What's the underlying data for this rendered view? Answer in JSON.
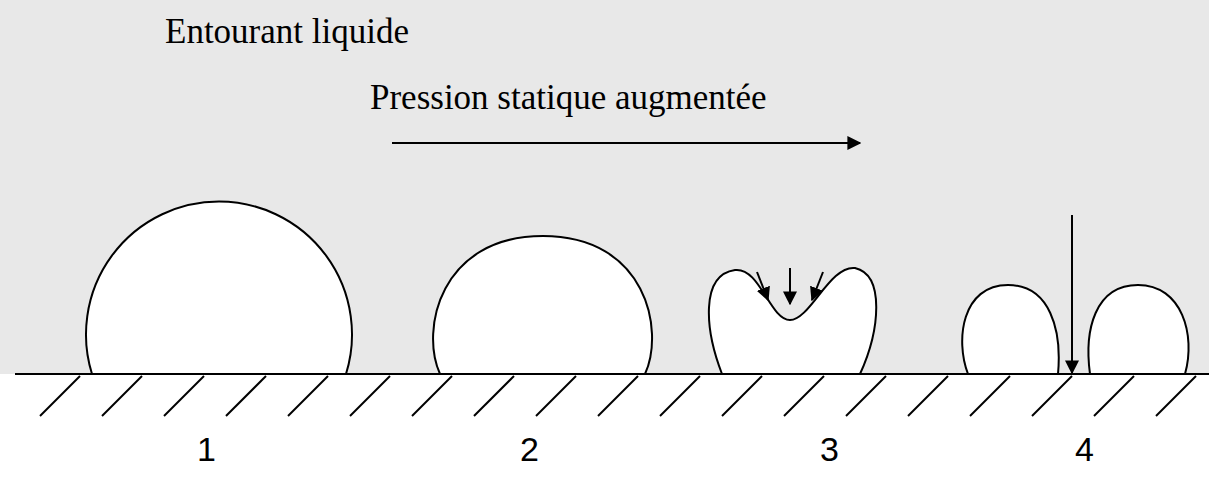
{
  "diagram": {
    "labels": [
      "Entourant liquide",
      "Pression statique augmentée",
      "1",
      "2",
      "3",
      "4"
    ]
  }
}
